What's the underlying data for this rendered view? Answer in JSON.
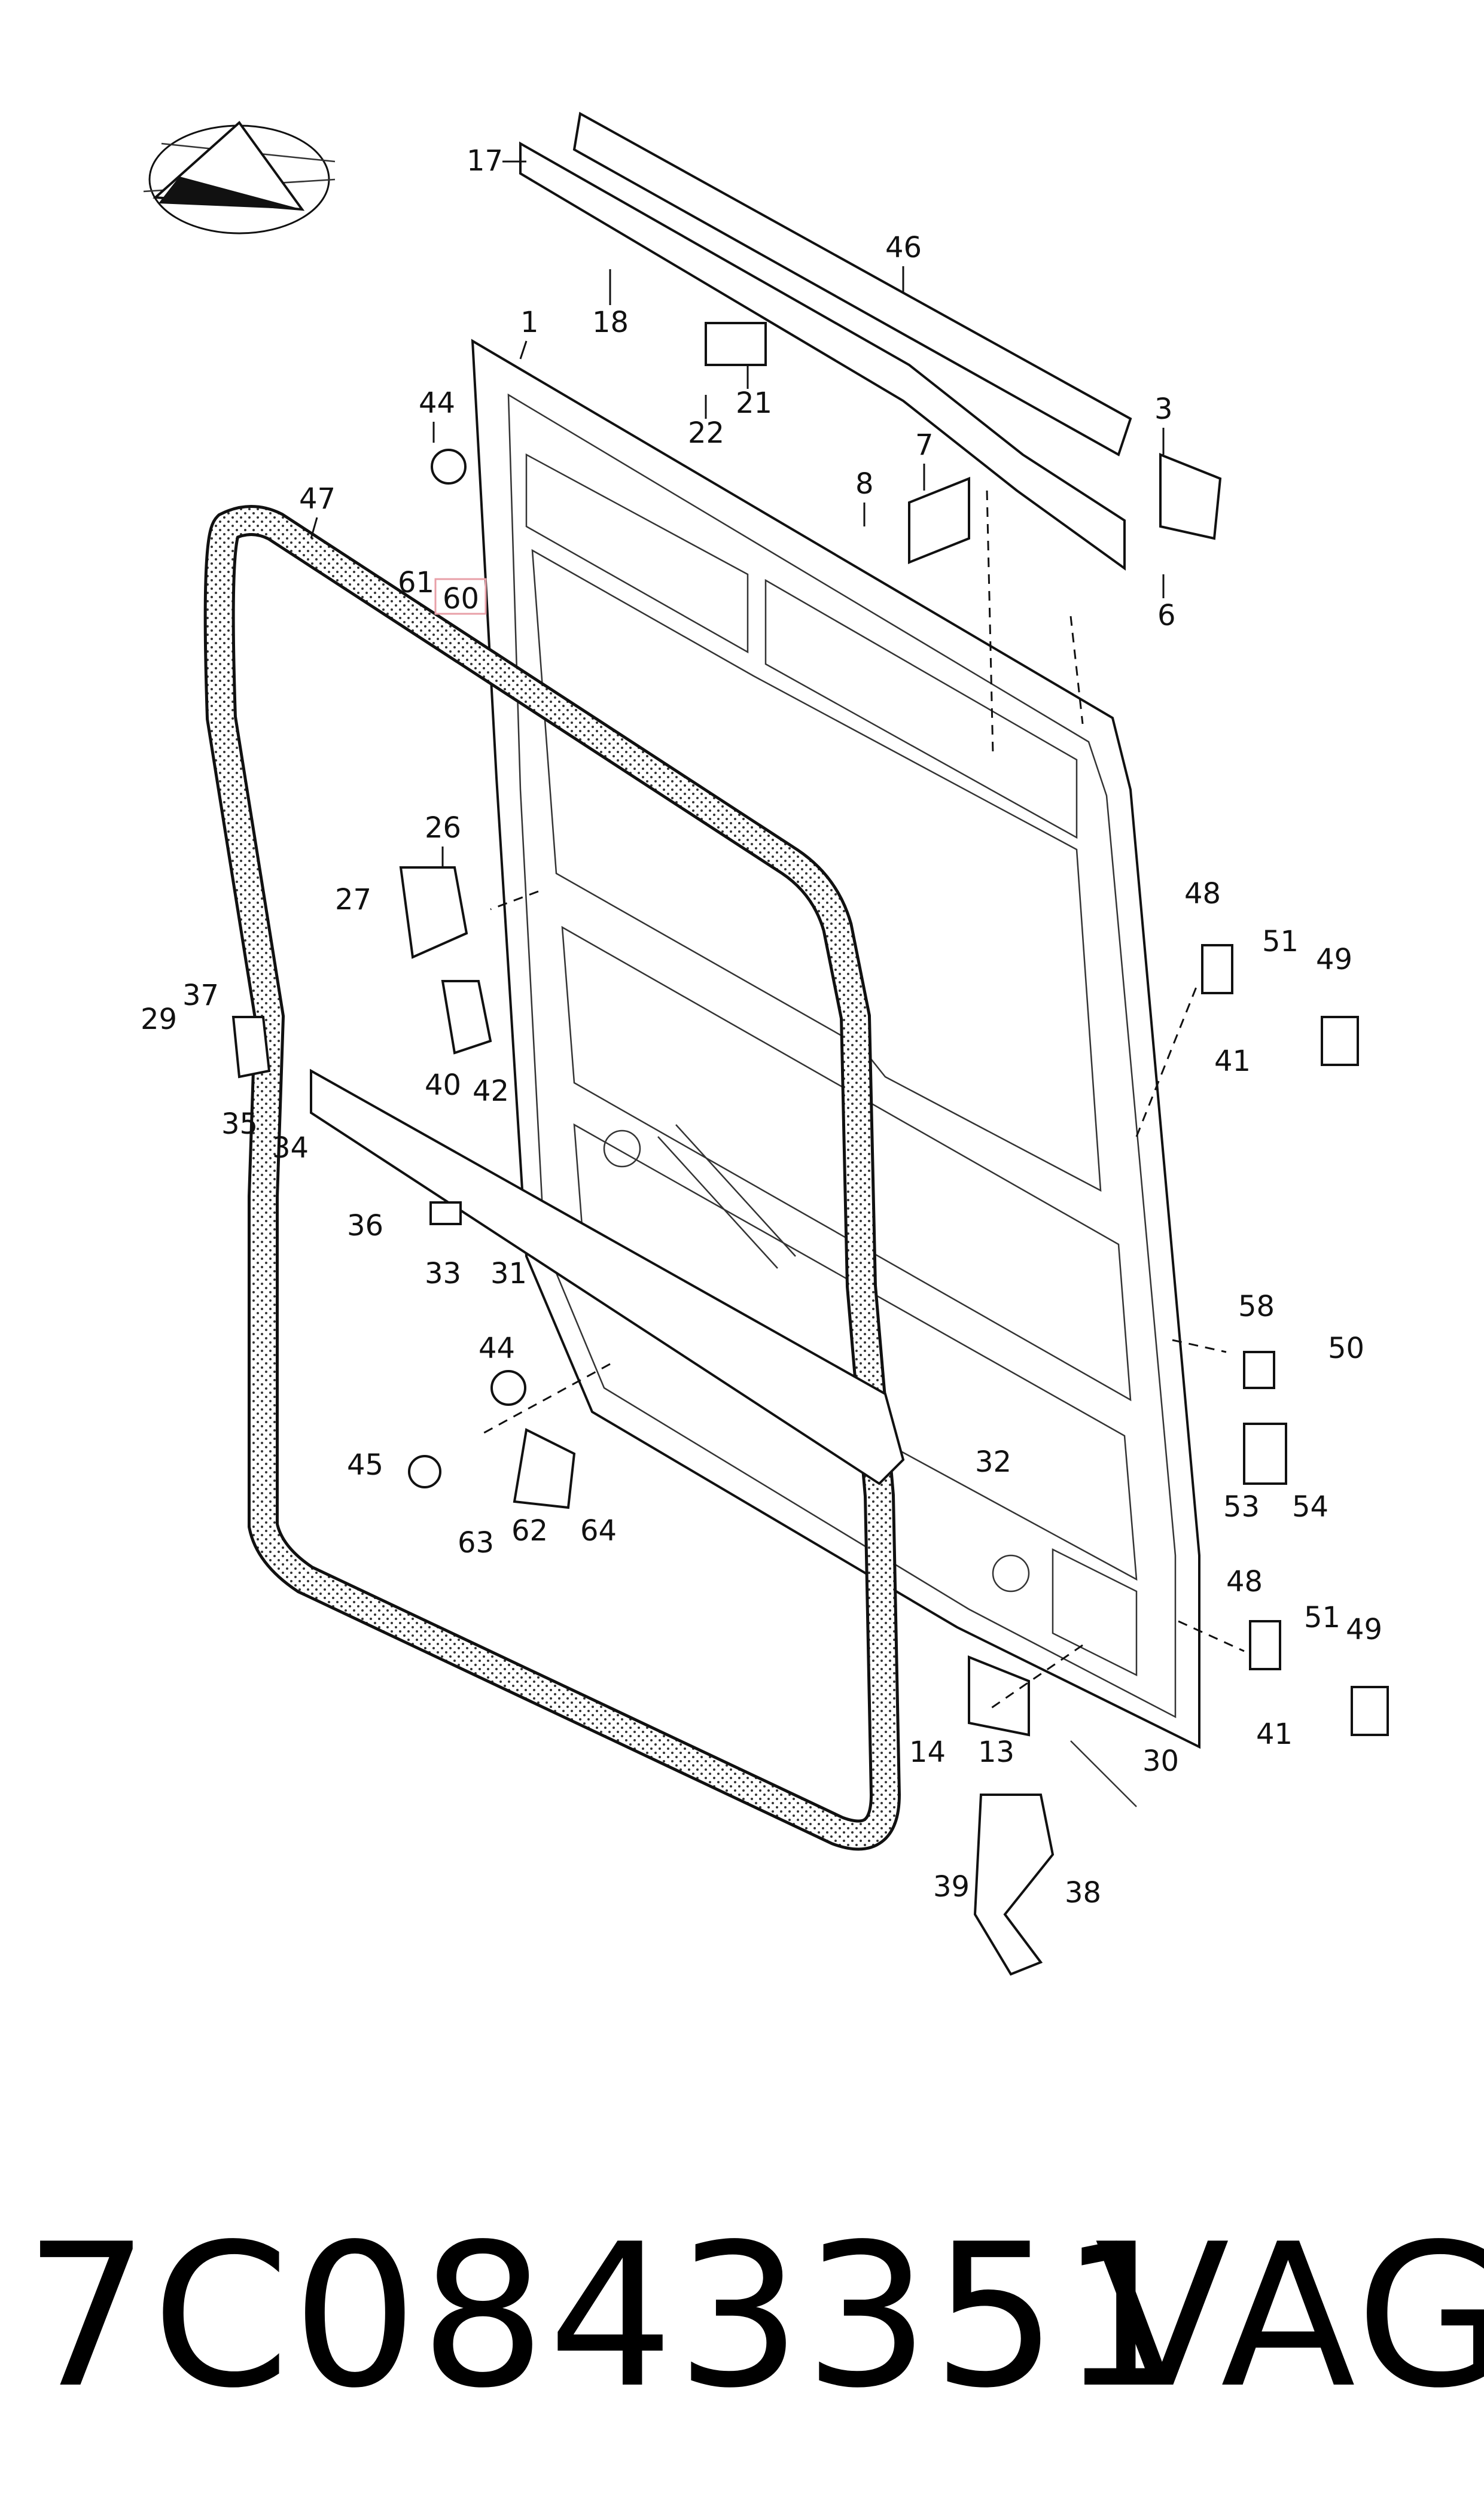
{
  "diagram": {
    "callouts": [
      "1",
      "3",
      "6",
      "7",
      "8",
      "13",
      "14",
      "17",
      "18",
      "21",
      "22",
      "26",
      "27",
      "29",
      "30",
      "31",
      "32",
      "33",
      "34",
      "35",
      "36",
      "37",
      "38",
      "39",
      "40",
      "41",
      "41",
      "42",
      "44",
      "44",
      "45",
      "46",
      "47",
      "48",
      "48",
      "49",
      "49",
      "50",
      "51",
      "51",
      "53",
      "54",
      "58",
      "60",
      "61",
      "62",
      "63",
      "64"
    ],
    "highlighted_callout": "60",
    "highlight_color": "#e8a0a8"
  },
  "footer": {
    "part_number": "7C0843351",
    "brand": "VAG"
  }
}
